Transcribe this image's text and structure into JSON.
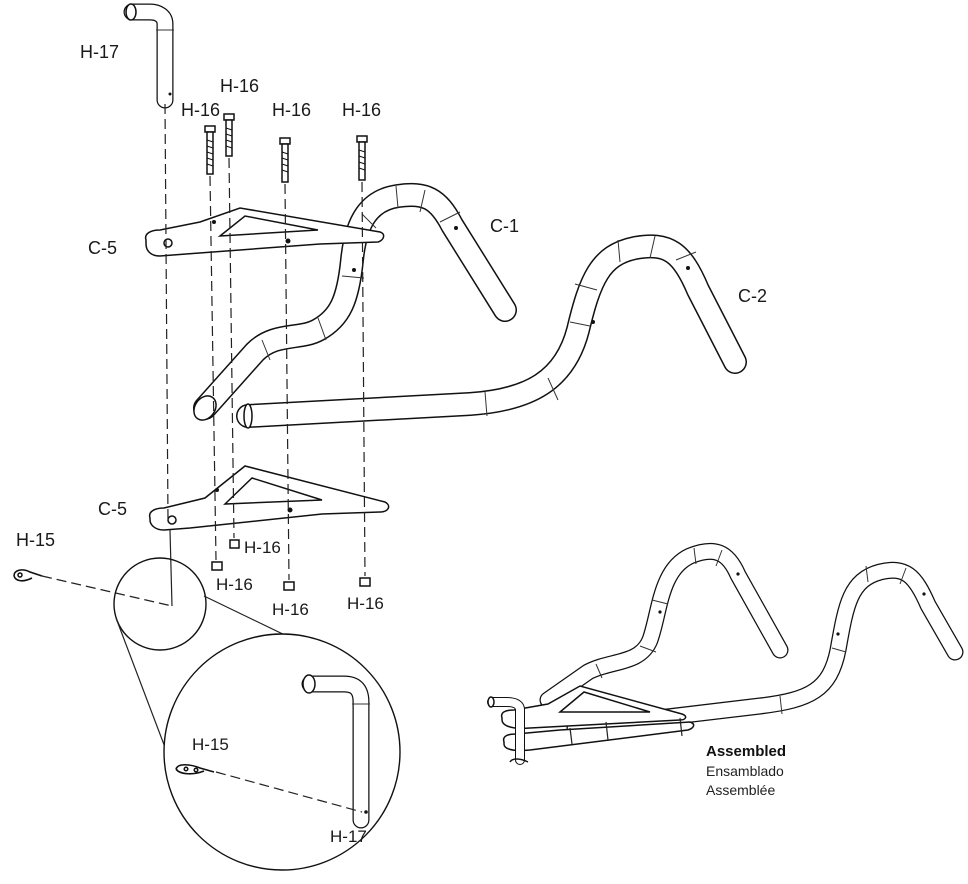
{
  "labels": {
    "h17_top": "H-17",
    "h16_upper": "H-16",
    "h16_a": "H-16",
    "h16_b": "H-16",
    "h16_c": "H-16",
    "c1": "C-1",
    "c2": "C-2",
    "c5_top": "C-5",
    "c5_bottom": "C-5",
    "h15": "H-15",
    "h16_nut_a": "H-16",
    "h16_nut_b": "H-16",
    "h16_nut_c": "H-16",
    "h16_nut_d": "H-16",
    "detail_h15": "H-15",
    "detail_h17": "H-17"
  },
  "caption": {
    "en": "Assembled",
    "es": "Ensamblado",
    "fr": "Assemblée"
  }
}
